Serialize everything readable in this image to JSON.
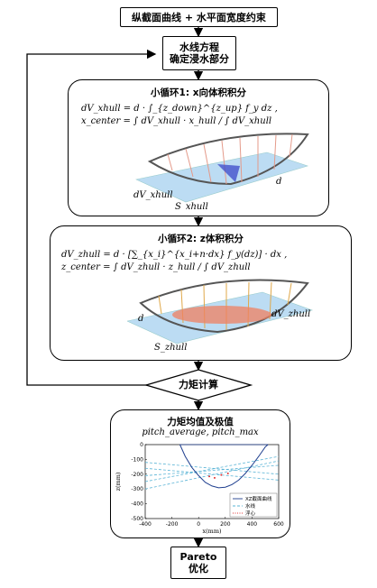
{
  "nodes": {
    "start": "纵截面曲线 + 水平面宽度约束",
    "waterline_1": "水线方程",
    "waterline_2": "确定浸水部分",
    "loop1_title": "小循环1: x向体积积分",
    "loop2_title": "小循环2: z体积积分",
    "moment": "力矩计算",
    "stats_title": "力矩均值及极值",
    "stats_sub": "pitch_average, pitch_max",
    "pareto_1": "Pareto",
    "pareto_2": "优化"
  },
  "loop1": {
    "eq1": "dV_xhull = d · ∫_{z_down}^{z_up} f_y dz ,",
    "eq2": "x_center = ∫ dV_xhull · x_hull / ∫ dV_xhull",
    "img_label_d": "d",
    "img_label_dv": "dV_xhull",
    "img_label_s": "S_xhull"
  },
  "loop2": {
    "eq1": "dV_zhull = d · [∑_{x_i}^{x_i+n·dx} f_y(dz)] · dx ,",
    "eq2": "z_center = ∫ dV_zhull · z_hull / ∫ dV_zhull",
    "img_label_d": "d",
    "img_label_dv": "dV_zhull",
    "img_label_s": "S_zhull"
  },
  "chart_data": {
    "type": "line",
    "xlabel": "x(mm)",
    "ylabel": "z(mm)",
    "xlim": [
      -400,
      600
    ],
    "ylim": [
      -500,
      0
    ],
    "xticks": [
      "-400",
      "-200",
      "0",
      "200",
      "400",
      "600"
    ],
    "yticks": [
      "0",
      "-100",
      "-200",
      "-300",
      "-400",
      "-500"
    ],
    "legend": [
      "XZ截面曲线",
      "水线",
      "浮心"
    ],
    "legend_position": "lower-right",
    "series": [
      {
        "name": "XZ截面曲线",
        "x": [
          -140,
          -100,
          -50,
          0,
          50,
          100,
          150,
          200,
          250,
          300,
          350,
          400,
          450,
          500,
          520
        ],
        "y": [
          0,
          -80,
          -155,
          -210,
          -255,
          -280,
          -292,
          -288,
          -270,
          -240,
          -195,
          -140,
          -80,
          -15,
          0
        ]
      },
      {
        "name": "水线",
        "lines": [
          {
            "x": [
              -400,
              600
            ],
            "y": [
              -300,
              -110
            ]
          },
          {
            "x": [
              -400,
              600
            ],
            "y": [
              -250,
              -80
            ]
          },
          {
            "x": [
              -400,
              600
            ],
            "y": [
              -210,
              -140
            ]
          },
          {
            "x": [
              -400,
              600
            ],
            "y": [
              -120,
              -200
            ]
          },
          {
            "x": [
              -400,
              600
            ],
            "y": [
              -160,
              -240
            ]
          }
        ]
      },
      {
        "name": "浮心",
        "x": [
          80,
          120,
          170,
          220
        ],
        "y": [
          -215,
          -225,
          -205,
          -195
        ]
      }
    ]
  }
}
